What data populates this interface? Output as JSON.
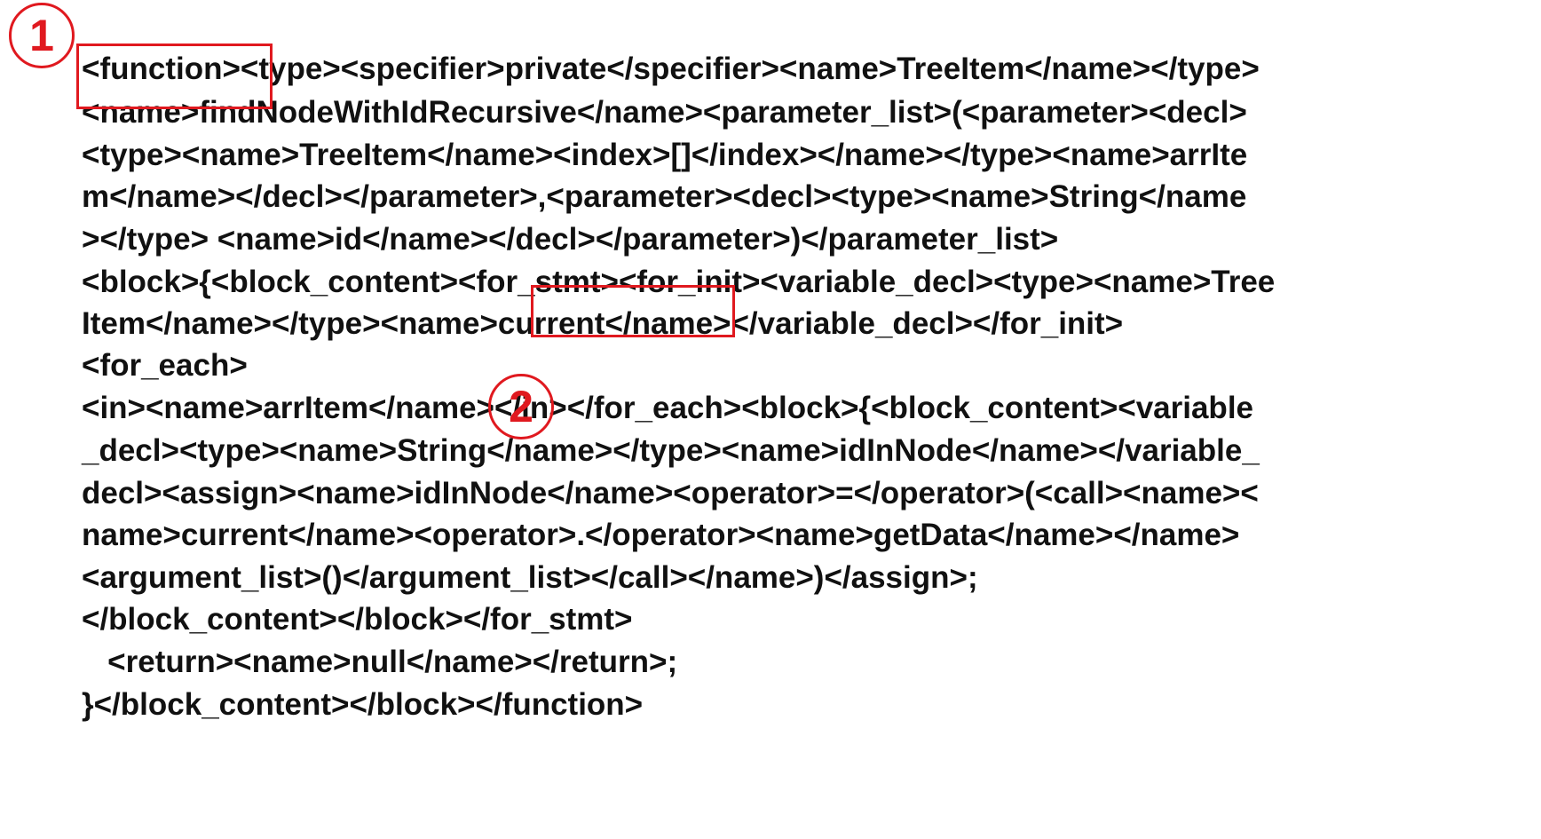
{
  "markers": [
    "1",
    "2"
  ],
  "code_lines": [
    "<function><type><specifier>private</specifier><name>TreeItem</name></type>",
    "<name>findNodeWithIdRecursive</name><parameter_list>(<parameter><decl>",
    "<type><name>TreeItem</name><index>[]</index></name></type><name>arrIte",
    "m</name></decl></parameter>,<parameter><decl><type><name>String</name",
    "></type> <name>id</name></decl></parameter>)</parameter_list>",
    "<block>{<block_content><for_stmt><for_init><variable_decl><type><name>Tree",
    "Item</name></type><name>current</name></variable_decl></for_init>",
    "<for_each>",
    "<in><name>arrItem</name></in></for_each><block>{<block_content><variable",
    "_decl><type><name>String</name></type><name>idInNode</name></variable_",
    "decl><assign><name>idInNode</name><operator>=</operator>(<call><name><",
    "name>current</name><operator>.</operator><name>getData</name></name>",
    "<argument_list>()</argument_list></call></name>)</assign>;",
    "</block_content></block></for_stmt>",
    "   <return><name>null</name></return>;",
    "}</block_content></block></function>"
  ],
  "colors": {
    "text": "#111111",
    "highlight": "#e0191f",
    "background": "#ffffff"
  }
}
